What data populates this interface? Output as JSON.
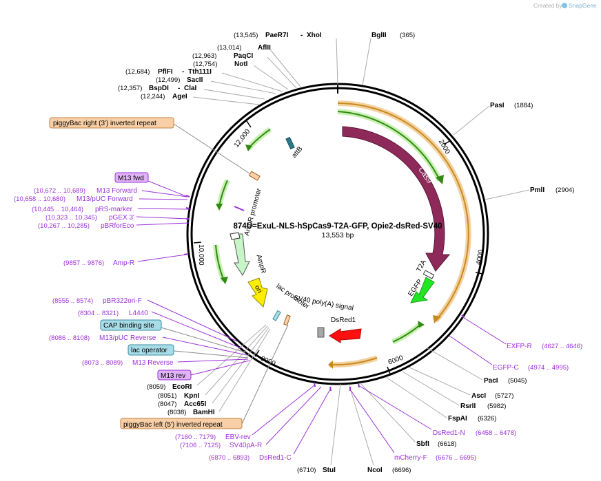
{
  "branding": {
    "label": "Created by",
    "product": "SnapGene"
  },
  "plasmid": {
    "name": "874U=ExuL-NLS-hSpCas9-T2A-GFP, Opie2-dsRed-SV40",
    "length": "13,553 bp"
  },
  "ticks": [
    "2000",
    "4000",
    "6000",
    "8000",
    "10,000",
    "12,000"
  ],
  "colors": {
    "backbone": "#000000",
    "cas9": "#8e2a5a",
    "egfp": "#22e622",
    "dsred": "#ff1010",
    "ori": "#ffee00",
    "ampr": "#c8f5c8",
    "orf_orange": "#d99a2a",
    "orf_green": "#3aa61a",
    "primer_purple": "#9b30d9",
    "primer_box": "#e0b3f5",
    "orange_box": "#f8cfa6",
    "blue_box": "#a8dde8"
  },
  "enzymes": {
    "paer7i_xhoi": {
      "pos": "(13,545)",
      "name": "PaeR7I",
      "name2": "XhoI"
    },
    "bglii": {
      "pos": "(365)",
      "name": "BglII"
    },
    "aflii": {
      "pos": "(13,014)",
      "name": "AflII"
    },
    "paqci": {
      "pos": "(12,963)",
      "name": "PaqCI"
    },
    "noti": {
      "pos": "(12,754)",
      "name": "NotI"
    },
    "pflfi": {
      "pos": "(12,684)",
      "name": "PflFI",
      "name2": "Tth111I"
    },
    "sacii": {
      "pos": "(12,499)",
      "name": "SacII"
    },
    "bspdi": {
      "pos": "(12,357)",
      "name": "BspDI",
      "name2": "ClaI"
    },
    "agei": {
      "pos": "(12,244)",
      "name": "AgeI"
    },
    "pasi": {
      "pos": "(1884)",
      "name": "PasI"
    },
    "pmli": {
      "pos": "(2904)",
      "name": "PmlI"
    },
    "paci": {
      "pos": "(5045)",
      "name": "PacI"
    },
    "asci": {
      "pos": "(5727)",
      "name": "AscI"
    },
    "rsrii": {
      "pos": "(5982)",
      "name": "RsrII"
    },
    "fspai": {
      "pos": "(6326)",
      "name": "FspAI"
    },
    "sbfi": {
      "pos": "(6618)",
      "name": "SbfI"
    },
    "stui": {
      "pos": "(6710)",
      "name": "StuI"
    },
    "ncoi": {
      "pos": "(6696)",
      "name": "NcoI"
    },
    "ecori": {
      "pos": "(8059)",
      "name": "EcoRI"
    },
    "kpni": {
      "pos": "(8051)",
      "name": "KpnI"
    },
    "acc65i": {
      "pos": "(8047)",
      "name": "Acc65I"
    },
    "bamhi": {
      "pos": "(8038)",
      "name": "BamHI"
    }
  },
  "primers": {
    "m13_forward": {
      "pos": "(10,672 .. 10,689)",
      "name": "M13 Forward"
    },
    "m13_puc_forward": {
      "pos": "(10,658 .. 10,680)",
      "name": "M13/pUC Forward"
    },
    "prs_marker": {
      "pos": "(10,445 .. 10,464)",
      "name": "pRS-marker"
    },
    "pgex3": {
      "pos": "(10,323 .. 10,345)",
      "name": "pGEX 3'"
    },
    "pbrforeco": {
      "pos": "(10,267 .. 10,285)",
      "name": "pBRforEco"
    },
    "amp_r": {
      "pos": "(9857 .. 9876)",
      "name": "Amp-R"
    },
    "pbr322ori_f": {
      "pos": "(8555 .. 8574)",
      "name": "pBR322ori-F"
    },
    "l4440": {
      "pos": "(8304 .. 8321)",
      "name": "L4440"
    },
    "m13_puc_reverse": {
      "pos": "(8086 .. 8108)",
      "name": "M13/pUC Reverse"
    },
    "m13_reverse": {
      "pos": "(8073 .. 8089)",
      "name": "M13 Reverse"
    },
    "exfp_r": {
      "pos": "(4627 .. 4646)",
      "name": "EXFP-R"
    },
    "egfp_c": {
      "pos": "(4974 .. 4995)",
      "name": "EGFP-C"
    },
    "dsred1_n": {
      "pos": "(6458 .. 6478)",
      "name": "DsRed1-N"
    },
    "mcherry_f": {
      "pos": "(6676 .. 6695)",
      "name": "mCherry-F"
    },
    "ebv_rev": {
      "pos": "(7160 .. 7179)",
      "name": "EBV-rev"
    },
    "sv40pa_r": {
      "pos": "(7106 .. 7125)",
      "name": "SV40pA-R"
    },
    "dsred1_c": {
      "pos": "(6870 .. 6893)",
      "name": "DsRed1-C"
    }
  },
  "boxes": {
    "piggybac_right": "piggyBac right (3') inverted repeat",
    "m13_fwd": "M13 fwd",
    "cap_site": "CAP binding site",
    "lac_operator": "lac operator",
    "m13_rev": "M13 rev",
    "piggybac_left": "piggyBac left (5') inverted repeat"
  },
  "features": {
    "cas9": "Cas9",
    "t2a": "T2A",
    "egfp": "EGFP",
    "dsred1": "DsRed1",
    "sv40_polya": "SV40 poly(A) signal",
    "lac_promoter": "lac promoter",
    "ori": "ori",
    "ampr": "AmpR",
    "ampr_promoter": "AmpR promoter",
    "attb": "attB"
  }
}
